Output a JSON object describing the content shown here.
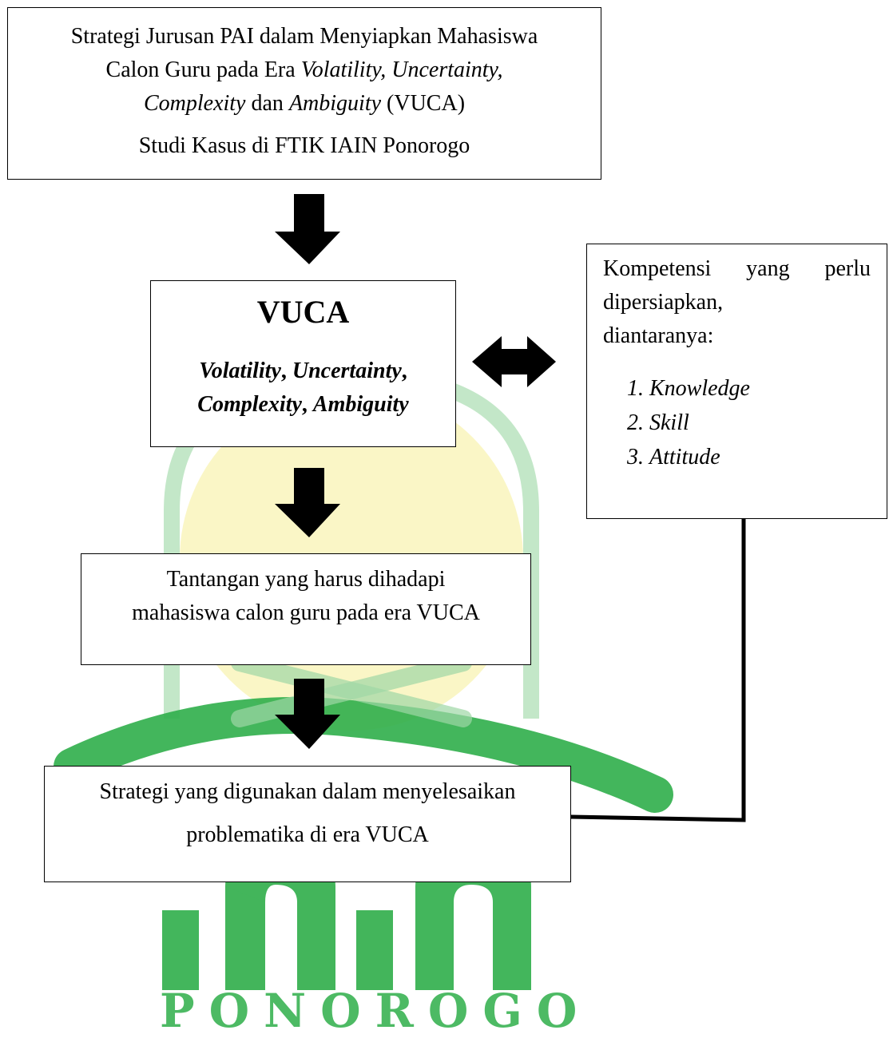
{
  "colors": {
    "watermark_green": "#2fae4a",
    "watermark_yellow": "#f4ea6c",
    "border": "#000000"
  },
  "box_top": {
    "line1": "Strategi Jurusan PAI dalam Menyiapkan Mahasiswa",
    "line2_a": "Calon Guru pada Era ",
    "line2_b": "Volatility, Uncertainty,",
    "line3_a": "Complexity",
    "line3_b": " dan ",
    "line3_c": "Ambiguity",
    "line3_d": " (VUCA)",
    "subtitle": "Studi Kasus di FTIK IAIN Ponorogo"
  },
  "box_vuca": {
    "title": "VUCA",
    "term1": "Volatility",
    "sep1": ", ",
    "term2": "Uncertainty",
    "sep2": ",",
    "term3": "Complexity",
    "sep3": ", ",
    "term4": "Ambiguity"
  },
  "box_competence": {
    "word1": "Kompetensi",
    "word2": "yang",
    "word3": "perlu",
    "line2": "dipersiapkan,",
    "line3": "diantaranya:",
    "items": [
      "Knowledge",
      "Skill",
      "Attitude"
    ]
  },
  "box_challenge": {
    "line1": "Tantangan yang harus dihadapi",
    "line2": "mahasiswa calon guru pada era VUCA"
  },
  "box_strategy": {
    "line1": "Strategi yang digunakan dalam menyelesaikan",
    "line2": "problematika di era VUCA"
  },
  "watermark": {
    "logo_text": "iain",
    "text": "PONOROGO"
  }
}
